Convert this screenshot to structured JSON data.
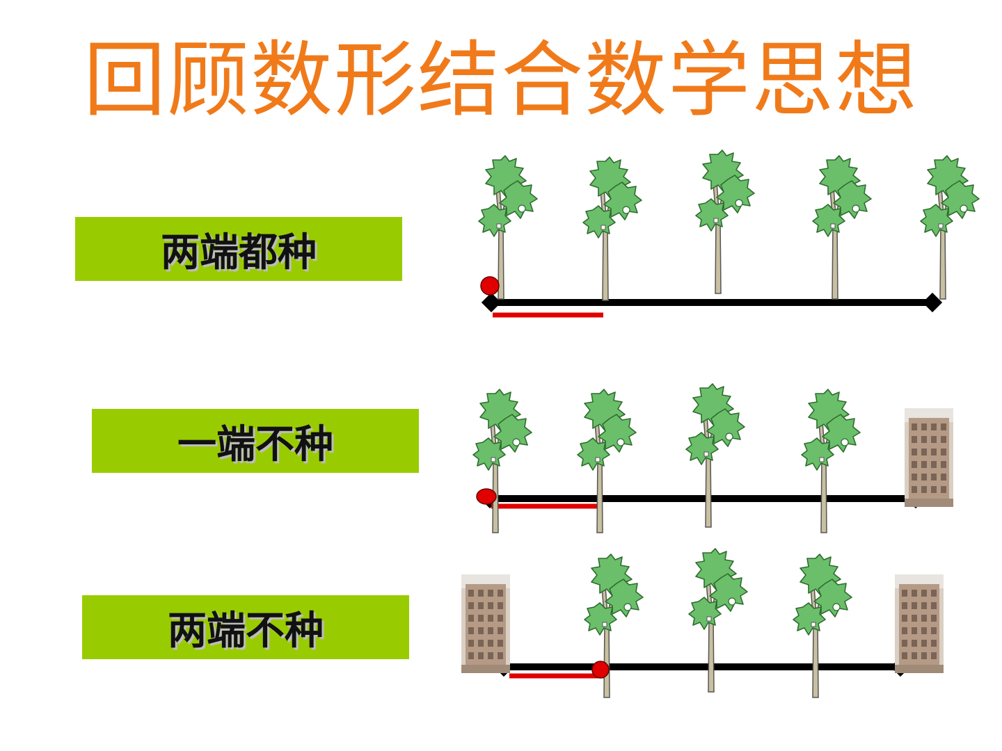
{
  "title": "回顾数形结合数学思想",
  "colors": {
    "title": "#f07a1a",
    "label_bg": "#99cc00",
    "line": "#000000",
    "marker": "#e00000",
    "tree_leaf": "#6bbf6b",
    "tree_trunk": "#c8c0a0"
  },
  "rows": [
    {
      "label": "两端都种",
      "left_end": "tree",
      "right_end": "tree"
    },
    {
      "label": "一端不种",
      "left_end": "tree",
      "right_end": "building"
    },
    {
      "label": "两端不种",
      "left_end": "building",
      "right_end": "building"
    }
  ]
}
